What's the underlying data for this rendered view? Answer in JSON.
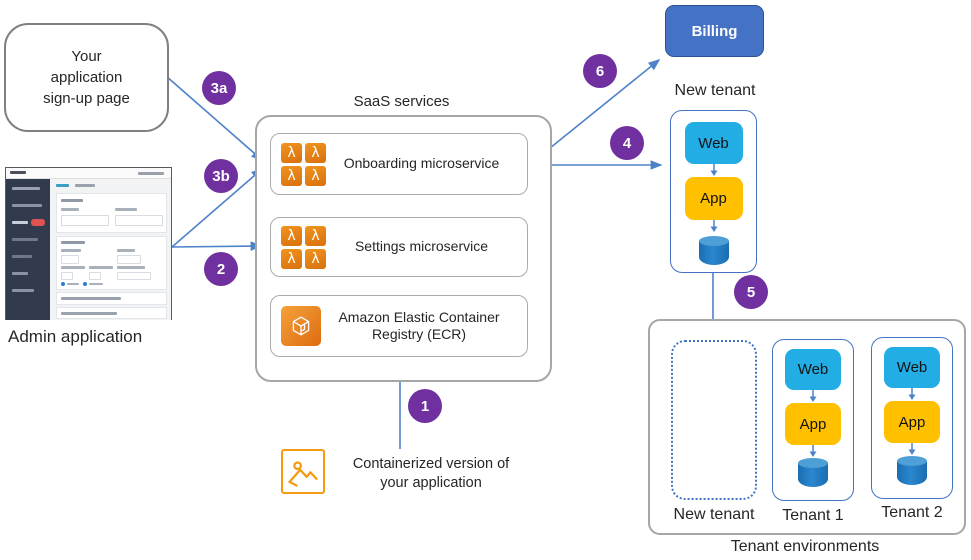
{
  "diagram": {
    "signup": {
      "label": "Your application sign-up page"
    },
    "admin": {
      "label": "Admin application"
    },
    "saas": {
      "title": "SaaS services",
      "services": [
        {
          "label": "Onboarding microservice",
          "icon": "lambda-grid"
        },
        {
          "label": "Settings microservice",
          "icon": "lambda-grid"
        },
        {
          "label": "Amazon Elastic Container Registry (ECR)",
          "icon": "ecr-icon"
        }
      ]
    },
    "billing": {
      "label": "Billing"
    },
    "new_tenant": {
      "title": "New tenant",
      "tiers": [
        "Web",
        "App"
      ],
      "db_icon": "database-icon"
    },
    "tenant_environments": {
      "title": "Tenant environments",
      "tenants": [
        {
          "label": "New tenant",
          "empty": true
        },
        {
          "label": "Tenant 1",
          "tiers": [
            "Web",
            "App"
          ],
          "db_icon": "database-icon"
        },
        {
          "label": "Tenant 2",
          "tiers": [
            "Web",
            "App"
          ],
          "db_icon": "database-icon"
        }
      ]
    },
    "note": {
      "label": "Containerized version of your application",
      "icon": "image-icon"
    },
    "steps": [
      {
        "id": "1",
        "label": "1"
      },
      {
        "id": "2",
        "label": "2"
      },
      {
        "id": "3a",
        "label": "3a"
      },
      {
        "id": "3b",
        "label": "3b"
      },
      {
        "id": "4",
        "label": "4"
      },
      {
        "id": "5",
        "label": "5"
      },
      {
        "id": "6",
        "label": "6"
      }
    ],
    "lambda_glyph": "λ",
    "colors": {
      "step_purple": "#7030A0",
      "arrow_blue": "#4E82C8",
      "billing_blue": "#4472C4",
      "web_cyan": "#22ADE4",
      "app_yellow": "#FFC000",
      "db_blue": "#1F77BE",
      "lambda_orange": "#E8821D",
      "ecr_orange": "#DD6B10",
      "note_icon_orange": "#F49B12",
      "panel_gray": "#A6A6A6"
    }
  }
}
